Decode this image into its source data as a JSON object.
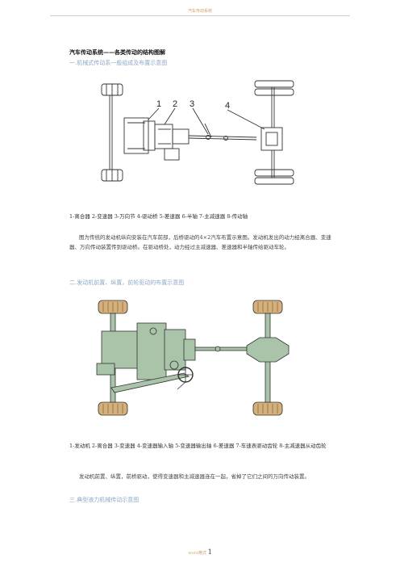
{
  "header": {
    "text": "汽车传动系统"
  },
  "document": {
    "title": "汽车传动系统——各类传动的结构图解",
    "sections": [
      {
        "heading": "一.机械式传动系一般组成及布置示意图",
        "figure": {
          "callouts": [
            "1",
            "2",
            "3",
            "4"
          ]
        },
        "caption": "1-离合器 2-变速器 3-万向节 4-驱动桥 5-差速器 6-半轴 7-主减速器 8-传动轴",
        "paragraph": "图为传统的发动机纵向安装在汽车前部，后桥驱动的4×2汽车布置示意图。发动机发出的动力经离合器、变速器、万向传动装置传到驱动桥。在驱动桥处，动力经过主减速器、差速器和半轴传给驱动车轮。"
      },
      {
        "heading": "二.发动机前置、纵置，前轮驱动的布置示意图",
        "caption": "1-发动机 2-离合器 3-变速器 4-变速器输入轴 5-变速器输出轴 6-差速器 7-车速表驱动齿轮 8-主减速器从动齿轮",
        "paragraph": "发动机前置、纵置，前桥驱动，使得变速器和主减速器连在一起，省掉了它们之间的万向传动装置。"
      },
      {
        "heading": "三.典型液力机械传动示意图"
      }
    ]
  },
  "footer": {
    "label": "word格式",
    "page_number": "1"
  },
  "colors": {
    "heading": "#8fa8c8",
    "accent": "#c9a36b",
    "chassis_fill": "#a9c4a8",
    "tire_fill": "#d7b078",
    "line": "#333333"
  }
}
